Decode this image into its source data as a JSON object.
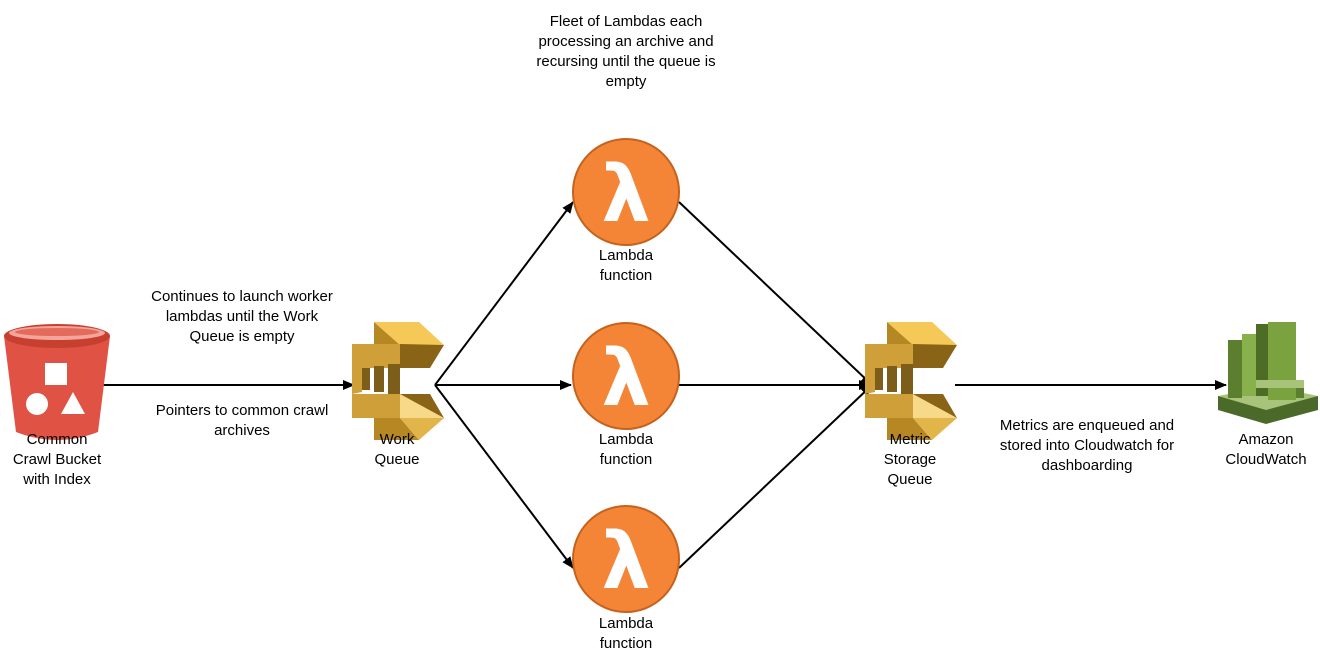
{
  "annotations": {
    "fleet_note": "Fleet of Lambdas each\nprocessing an archive and\nrecursing until the queue is\nempty",
    "launch_note": "Continues to launch worker\nlambdas until the Work\nQueue is empty",
    "pointers_note": "Pointers to common crawl\narchives",
    "metrics_note": "Metrics are enqueued and\nstored into Cloudwatch for\ndashboarding"
  },
  "nodes": {
    "bucket": {
      "label": "Common\nCrawl Bucket\nwith Index",
      "icon": "s3-bucket-icon",
      "color": "#e05243"
    },
    "work_queue": {
      "label": "Work\nQueue",
      "icon": "sqs-queue-icon",
      "color": "#d9a741"
    },
    "lambda_top": {
      "label": "Lambda\nfunction",
      "icon": "lambda-icon",
      "color": "#f58536"
    },
    "lambda_mid": {
      "label": "Lambda\nfunction",
      "icon": "lambda-icon",
      "color": "#f58536"
    },
    "lambda_bot": {
      "label": "Lambda\nfunction",
      "icon": "lambda-icon",
      "color": "#f58536"
    },
    "metric_queue": {
      "label": "Metric\nStorage\nQueue",
      "icon": "sqs-queue-icon",
      "color": "#d9a741"
    },
    "cloudwatch": {
      "label": "Amazon\nCloudWatch",
      "icon": "cloudwatch-icon",
      "color": "#759c3e"
    }
  },
  "edges": [
    {
      "from": "bucket",
      "to": "work_queue"
    },
    {
      "from": "work_queue",
      "to": "lambda_top"
    },
    {
      "from": "work_queue",
      "to": "lambda_mid"
    },
    {
      "from": "work_queue",
      "to": "lambda_bot"
    },
    {
      "from": "lambda_top",
      "to": "metric_queue"
    },
    {
      "from": "lambda_mid",
      "to": "metric_queue"
    },
    {
      "from": "lambda_bot",
      "to": "metric_queue"
    },
    {
      "from": "metric_queue",
      "to": "cloudwatch"
    }
  ]
}
